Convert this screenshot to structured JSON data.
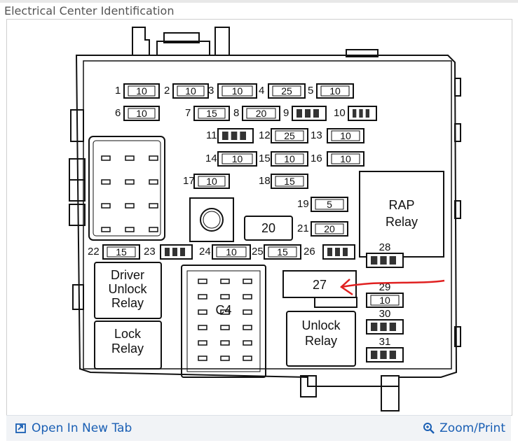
{
  "header": {
    "title": "Electrical Center Identification"
  },
  "footer": {
    "open_tab_label": "Open In New Tab",
    "zoom_label": "Zoom/Print"
  },
  "annotation_color": "#e02020",
  "link_color": "#1a5fb4",
  "diagram": {
    "fuses": [
      {
        "num": "1",
        "val": "10"
      },
      {
        "num": "2",
        "val": "10"
      },
      {
        "num": "3",
        "val": "10"
      },
      {
        "num": "4",
        "val": "25"
      },
      {
        "num": "5",
        "val": "10"
      },
      {
        "num": "6",
        "val": "10"
      },
      {
        "num": "7",
        "val": "15"
      },
      {
        "num": "8",
        "val": "20"
      },
      {
        "num": "9",
        "val": ""
      },
      {
        "num": "10",
        "val": ""
      },
      {
        "num": "11",
        "val": ""
      },
      {
        "num": "12",
        "val": "25"
      },
      {
        "num": "13",
        "val": "10"
      },
      {
        "num": "14",
        "val": "10"
      },
      {
        "num": "15",
        "val": "10"
      },
      {
        "num": "16",
        "val": "10"
      },
      {
        "num": "17",
        "val": "10"
      },
      {
        "num": "18",
        "val": "15"
      },
      {
        "num": "19",
        "val": "5"
      },
      {
        "num": "21",
        "val": "20"
      },
      {
        "num": "22",
        "val": "15"
      },
      {
        "num": "23",
        "val": ""
      },
      {
        "num": "24",
        "val": "10"
      },
      {
        "num": "25",
        "val": "15"
      },
      {
        "num": "26",
        "val": ""
      },
      {
        "num": "28",
        "val": ""
      },
      {
        "num": "29",
        "val": "10"
      },
      {
        "num": "30",
        "val": ""
      },
      {
        "num": "31",
        "val": ""
      }
    ],
    "relays": {
      "rap": [
        "RAP",
        "Relay"
      ],
      "driver_unlock": [
        "Driver",
        "Unlock",
        "Relay"
      ],
      "lock": [
        "Lock",
        "Relay"
      ],
      "unlock": [
        "Unlock",
        "Relay"
      ],
      "center_20": "20",
      "item_27": "27",
      "connector": "C4"
    }
  }
}
